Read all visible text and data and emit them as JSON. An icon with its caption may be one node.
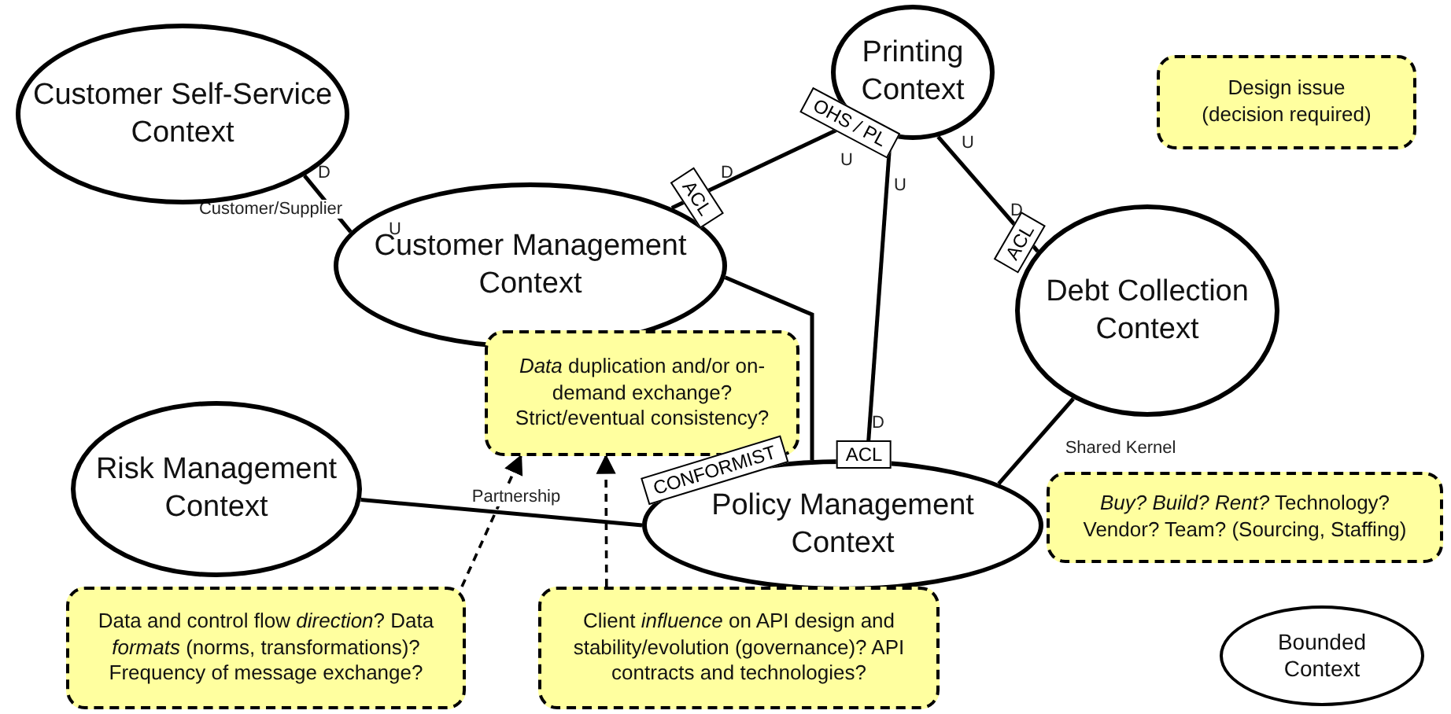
{
  "diagram": {
    "nodes": [
      {
        "text": [
          "Customer Self-Service Context"
        ]
      },
      {
        "text": [
          "Printing Context"
        ]
      },
      {
        "text": [
          "Customer Management Context"
        ]
      },
      {
        "text": [
          "Debt Collection Context"
        ]
      },
      {
        "text": [
          "Risk Management Context"
        ]
      },
      {
        "text": [
          "Policy Management Context"
        ]
      },
      {
        "text": [
          "Design issue (decision required)"
        ]
      },
      {
        "text": [
          "Bounded Context"
        ]
      },
      {
        "text": [
          "*Data* duplication and/or on-demand exchange? Strict/eventual consistency?"
        ]
      },
      {
        "text": [
          "*Buy? Build? Rent?* Technology? Vendor? Team? (Sourcing, Staffing)"
        ]
      },
      {
        "text": [
          "Data and control flow *direction*? Data *formats* (norms, transformations)? Frequency of message exchange?"
        ]
      },
      {
        "text": [
          "Client *influence* on API design and stability/evolution (governance)? API contracts and technologies?"
        ]
      }
    ],
    "edges": [
      {
        "from": 0,
        "to": 2,
        "arrow": "none",
        "label": "Customer/Supplier"
      },
      {
        "from": 1,
        "to": 2,
        "arrow": "none"
      },
      {
        "from": 1,
        "to": 5,
        "arrow": "none"
      },
      {
        "from": 1,
        "to": 3,
        "arrow": "none"
      },
      {
        "from": 2,
        "to": 5,
        "arrow": "none"
      },
      {
        "from": 4,
        "to": 5,
        "arrow": "none",
        "label": "Partnership"
      },
      {
        "from": 3,
        "to": 5,
        "arrow": "none",
        "label": "Shared Kernel"
      },
      {
        "from": 10,
        "to": 8,
        "arrow": "to",
        "style": "dashed"
      },
      {
        "from": 11,
        "to": 8,
        "arrow": "to",
        "style": "dashed"
      }
    ],
    "labels": [
      "D",
      "U",
      "ACL",
      "D",
      "OHS / PL",
      "U",
      "U",
      "U",
      "ACL",
      "D",
      "D",
      "ACL",
      "CONFORMIST"
    ]
  }
}
